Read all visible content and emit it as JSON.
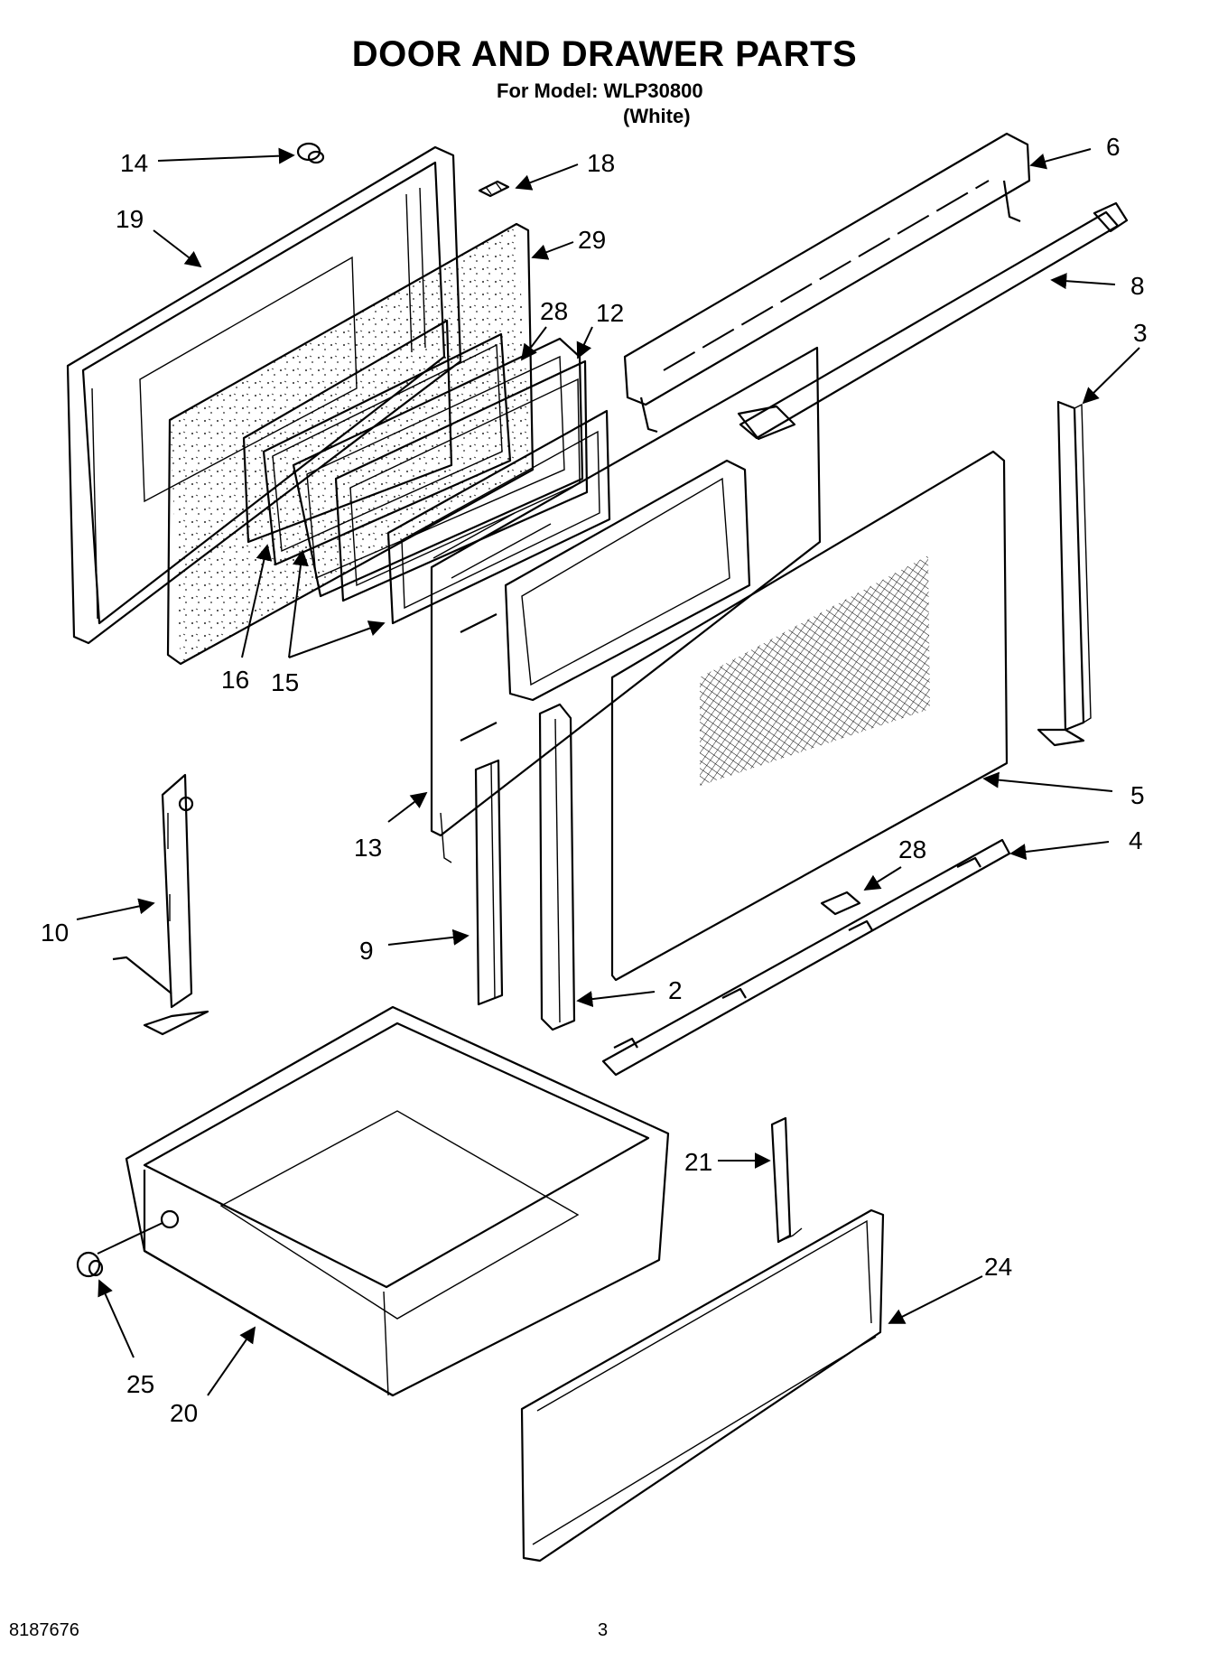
{
  "header": {
    "title": "DOOR AND DRAWER PARTS",
    "model_line": "For Model: WLP30800",
    "variant": "(White)"
  },
  "callouts": [
    "14",
    "18",
    "6",
    "19",
    "29",
    "8",
    "28",
    "12",
    "3",
    "16",
    "15",
    "5",
    "13",
    "28",
    "4",
    "10",
    "9",
    "2",
    "21",
    "24",
    "25",
    "20"
  ],
  "footer": {
    "part_number": "8187676",
    "page_number": "3"
  }
}
